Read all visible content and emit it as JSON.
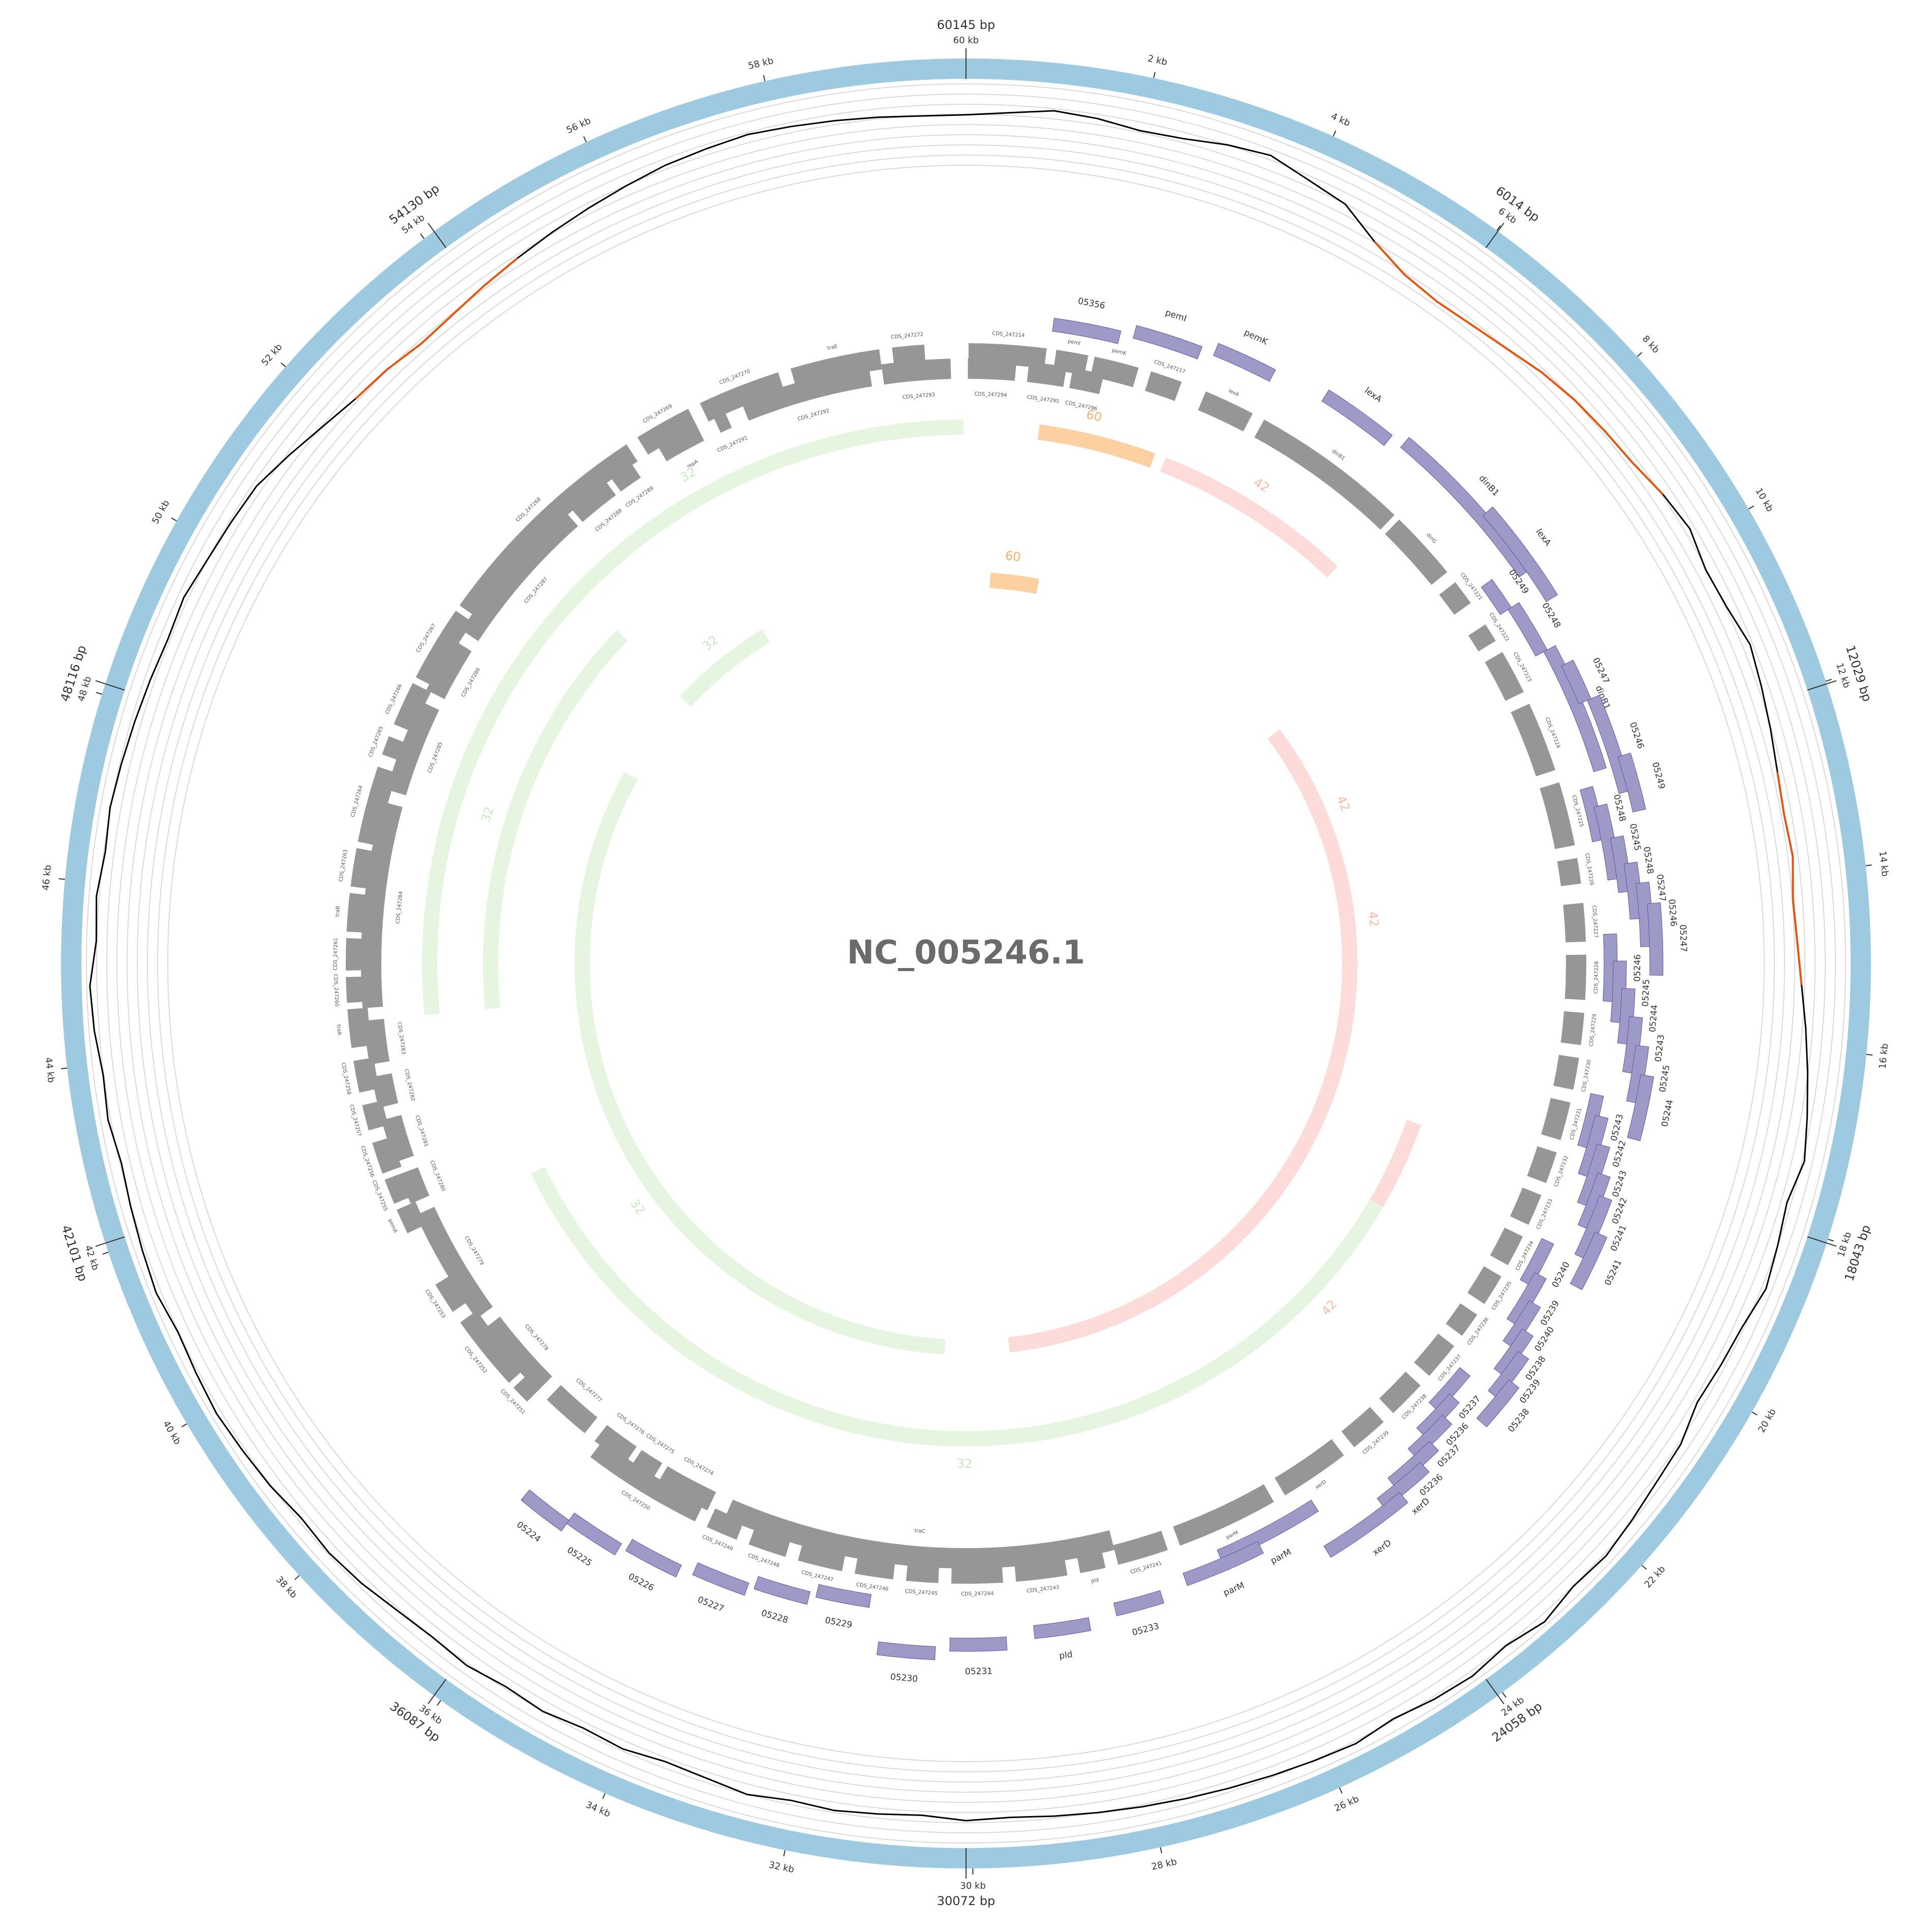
{
  "title": "NC_005246.1",
  "genome_length_bp": 60145,
  "colors": {
    "backbone": "#9ecae1",
    "cds": "#969696",
    "gene_track": "#9e9ac8",
    "gc_line": "#000000",
    "gc_low": "#e6550d",
    "gc_high": "#31a354",
    "grid": "#d9d9d9",
    "link_green": "#e5f5e0",
    "link_orange": "#fdd0a2",
    "link_pink": "#fddbd8",
    "label_green": "#c7e9c0",
    "label_orange": "#fdae6b",
    "label_pink": "#fcbba1"
  },
  "kb_ticks": [
    "60 kb",
    "2 kb",
    "4 kb",
    "6 kb",
    "8 kb",
    "10 kb",
    "12 kb",
    "14 kb",
    "16 kb",
    "18 kb",
    "20 kb",
    "22 kb",
    "24 kb",
    "26 kb",
    "28 kb",
    "30 kb",
    "32 kb",
    "34 kb",
    "36 kb",
    "38 kb",
    "40 kb",
    "42 kb",
    "44 kb",
    "46 kb",
    "48 kb",
    "50 kb",
    "52 kb",
    "54 kb",
    "56 kb",
    "58 kb"
  ],
  "kb_tick_values": [
    0,
    2000,
    4000,
    6000,
    8000,
    10000,
    12000,
    14000,
    16000,
    18000,
    20000,
    22000,
    24000,
    26000,
    28000,
    30000,
    32000,
    34000,
    36000,
    38000,
    40000,
    42000,
    44000,
    46000,
    48000,
    50000,
    52000,
    54000,
    56000,
    58000
  ],
  "position_labels": [
    {
      "bp": 0,
      "text": "60145 bp"
    },
    {
      "bp": 6014,
      "text": "6014 bp"
    },
    {
      "bp": 12029,
      "text": "12029 bp"
    },
    {
      "bp": 18043,
      "text": "18043 bp"
    },
    {
      "bp": 24058,
      "text": "24058 bp"
    },
    {
      "bp": 30072,
      "text": "30072 bp"
    },
    {
      "bp": 36087,
      "text": "36087 bp"
    },
    {
      "bp": 42101,
      "text": "42101 bp"
    },
    {
      "bp": 48116,
      "text": "48116 bp"
    },
    {
      "bp": 54130,
      "text": "54130 bp"
    }
  ],
  "gene_features": [
    {
      "start": 1300,
      "end": 2300,
      "text": "05356"
    },
    {
      "start": 2500,
      "end": 3500,
      "text": "pemI"
    },
    {
      "start": 3700,
      "end": 4600,
      "text": "pemK"
    },
    {
      "start": 5400,
      "end": 6500,
      "text": "lexA"
    },
    {
      "start": 6700,
      "end": 9200,
      "text": "dinB1"
    },
    {
      "start": 8200,
      "end": 9700,
      "text": "lexA"
    },
    {
      "start": 9000,
      "end": 9500,
      "text": "05249"
    },
    {
      "start": 9500,
      "end": 10300,
      "text": "05248"
    },
    {
      "start": 10300,
      "end": 12200,
      "text": "dinB1"
    },
    {
      "start": 10600,
      "end": 11200,
      "text": "05247"
    },
    {
      "start": 11200,
      "end": 12600,
      "text": "05246"
    },
    {
      "start": 12100,
      "end": 12900,
      "text": "05249"
    },
    {
      "start": 12400,
      "end": 13200,
      "text": "05248"
    },
    {
      "start": 12700,
      "end": 13800,
      "text": "05245"
    },
    {
      "start": 13200,
      "end": 14000,
      "text": "05248"
    },
    {
      "start": 13600,
      "end": 14400,
      "text": "05247"
    },
    {
      "start": 13900,
      "end": 14800,
      "text": "05246"
    },
    {
      "start": 14200,
      "end": 15200,
      "text": "05247"
    },
    {
      "start": 14600,
      "end": 15600,
      "text": "05246"
    },
    {
      "start": 15000,
      "end": 15900,
      "text": "05245"
    },
    {
      "start": 15400,
      "end": 16200,
      "text": "05244"
    },
    {
      "start": 15800,
      "end": 16600,
      "text": "05243"
    },
    {
      "start": 16200,
      "end": 17000,
      "text": "05245"
    },
    {
      "start": 16600,
      "end": 17500,
      "text": "05244"
    },
    {
      "start": 17000,
      "end": 17800,
      "text": "05243"
    },
    {
      "start": 17300,
      "end": 18200,
      "text": "05242"
    },
    {
      "start": 17700,
      "end": 18600,
      "text": "05243"
    },
    {
      "start": 18100,
      "end": 18900,
      "text": "05242"
    },
    {
      "start": 18400,
      "end": 19300,
      "text": "05241"
    },
    {
      "start": 18900,
      "end": 19700,
      "text": "05241"
    },
    {
      "start": 19300,
      "end": 20000,
      "text": "05240"
    },
    {
      "start": 19800,
      "end": 20600,
      "text": "05239"
    },
    {
      "start": 20200,
      "end": 20900,
      "text": "05240"
    },
    {
      "start": 20600,
      "end": 21300,
      "text": "05238"
    },
    {
      "start": 20900,
      "end": 21600,
      "text": "05239"
    },
    {
      "start": 21300,
      "end": 22000,
      "text": "05238"
    },
    {
      "start": 21600,
      "end": 22300,
      "text": "05237"
    },
    {
      "start": 22000,
      "end": 22700,
      "text": "05236"
    },
    {
      "start": 22300,
      "end": 23000,
      "text": "05237"
    },
    {
      "start": 22700,
      "end": 23500,
      "text": "05236"
    },
    {
      "start": 23000,
      "end": 23800,
      "text": "xerD"
    },
    {
      "start": 23500,
      "end": 24800,
      "text": "xerD"
    },
    {
      "start": 24600,
      "end": 26200,
      "text": "parM"
    },
    {
      "start": 25600,
      "end": 26800,
      "text": "parM"
    },
    {
      "start": 27200,
      "end": 27900,
      "text": "05233"
    },
    {
      "start": 28300,
      "end": 29100,
      "text": "pld"
    },
    {
      "start": 29500,
      "end": 30300,
      "text": "05231"
    },
    {
      "start": 30500,
      "end": 31300,
      "text": "05230"
    },
    {
      "start": 31500,
      "end": 32300,
      "text": "05229"
    },
    {
      "start": 32400,
      "end": 33200,
      "text": "05228"
    },
    {
      "start": 33300,
      "end": 34100,
      "text": "05227"
    },
    {
      "start": 34300,
      "end": 35100,
      "text": "05226"
    },
    {
      "start": 35200,
      "end": 36000,
      "text": "05225"
    },
    {
      "start": 36000,
      "end": 36700,
      "text": "05224"
    }
  ],
  "cds_features": [
    {
      "start": 40,
      "end": 1250,
      "text": "CDS_247214"
    },
    {
      "start": 1400,
      "end": 1900,
      "text": "pemI"
    },
    {
      "start": 2000,
      "end": 2700,
      "text": "pemK"
    },
    {
      "start": 2900,
      "end": 3400,
      "text": "CDS_247217"
    },
    {
      "start": 3800,
      "end": 4600,
      "text": "lexA"
    },
    {
      "start": 4800,
      "end": 7300,
      "text": "dinB1"
    },
    {
      "start": 7400,
      "end": 8500,
      "text": "dinG"
    },
    {
      "start": 8700,
      "end": 9100,
      "text": "CDS_247221"
    },
    {
      "start": 9500,
      "end": 9800,
      "text": "CDS_247222"
    },
    {
      "start": 10000,
      "end": 10700,
      "text": "CDS_247223"
    },
    {
      "start": 10900,
      "end": 12000,
      "text": "CDS_247224"
    },
    {
      "start": 12200,
      "end": 13200,
      "text": "CDS_247225"
    },
    {
      "start": 13400,
      "end": 13800,
      "text": "CDS_247226"
    },
    {
      "start": 14100,
      "end": 14700,
      "text": "CDS_247227"
    },
    {
      "start": 14900,
      "end": 15600,
      "text": "CDS_247228"
    },
    {
      "start": 15800,
      "end": 16300,
      "text": "CDS_247229"
    },
    {
      "start": 16500,
      "end": 17000,
      "text": "CDS_247230"
    },
    {
      "start": 17200,
      "end": 17800,
      "text": "CDS_247231"
    },
    {
      "start": 18000,
      "end": 18500,
      "text": "CDS_247232"
    },
    {
      "start": 18700,
      "end": 19200,
      "text": "CDS_247233"
    },
    {
      "start": 19400,
      "end": 19900,
      "text": "CDS_247234"
    },
    {
      "start": 20100,
      "end": 20600,
      "text": "CDS_247235"
    },
    {
      "start": 20800,
      "end": 21200,
      "text": "CDS_247236"
    },
    {
      "start": 21400,
      "end": 22000,
      "text": "CDS_247237"
    },
    {
      "start": 22200,
      "end": 22800,
      "text": "CDS_247238"
    },
    {
      "start": 23000,
      "end": 23600,
      "text": "CDS_247239"
    },
    {
      "start": 23800,
      "end": 24900,
      "text": "xerD"
    },
    {
      "start": 25100,
      "end": 26700,
      "text": "parM"
    },
    {
      "start": 26900,
      "end": 27700,
      "text": "CDS_247241"
    },
    {
      "start": 27900,
      "end": 28300,
      "text": "pld"
    },
    {
      "start": 28500,
      "end": 29300,
      "text": "CDS_247243"
    },
    {
      "start": 29500,
      "end": 30300,
      "text": "CDS_247244"
    },
    {
      "start": 30500,
      "end": 31000,
      "text": "CDS_247245"
    },
    {
      "start": 31200,
      "end": 31800,
      "text": "CDS_247246"
    },
    {
      "start": 32000,
      "end": 32700,
      "text": "CDS_247247"
    },
    {
      "start": 32900,
      "end": 33500,
      "text": "CDS_247248"
    },
    {
      "start": 33700,
      "end": 34200,
      "text": "CDS_247249"
    },
    {
      "start": 34400,
      "end": 36300,
      "text": "CDS_247250"
    },
    {
      "start": 37600,
      "end": 37900,
      "text": "CDS_247251"
    },
    {
      "start": 38000,
      "end": 39200,
      "text": "CDS_247252"
    },
    {
      "start": 39400,
      "end": 39900,
      "text": "CDS_247253"
    },
    {
      "start": 40800,
      "end": 41200,
      "text": "pemA"
    },
    {
      "start": 41300,
      "end": 41700,
      "text": "CDS_247255"
    },
    {
      "start": 41800,
      "end": 42300,
      "text": "CDS_247256"
    },
    {
      "start": 42500,
      "end": 42900,
      "text": "CDS_247257"
    },
    {
      "start": 43100,
      "end": 43600,
      "text": "CDS_247258"
    },
    {
      "start": 43800,
      "end": 44400,
      "text": "traA"
    },
    {
      "start": 44500,
      "end": 44900,
      "text": "CDS_247260"
    },
    {
      "start": 45000,
      "end": 45500,
      "text": "CDS_247261"
    },
    {
      "start": 45600,
      "end": 46200,
      "text": "traB"
    },
    {
      "start": 46300,
      "end": 46900,
      "text": "CDS_247263"
    },
    {
      "start": 47000,
      "end": 48200,
      "text": "CDS_247264"
    },
    {
      "start": 48400,
      "end": 48700,
      "text": "CDS_247265"
    },
    {
      "start": 48900,
      "end": 49600,
      "text": "CDS_247266"
    },
    {
      "start": 49700,
      "end": 50900,
      "text": "CDS_247267"
    },
    {
      "start": 51000,
      "end": 54600,
      "text": "CDS_247268"
    },
    {
      "start": 54800,
      "end": 55700,
      "text": "CDS_247269"
    },
    {
      "start": 55900,
      "end": 57200,
      "text": "CDS_247270"
    },
    {
      "start": 57400,
      "end": 58800,
      "text": "traE"
    },
    {
      "start": 59000,
      "end": 59500,
      "text": "CDS_247272"
    }
  ],
  "cds_features_b": [
    {
      "start": 27700,
      "end": 34000,
      "text": "traC"
    },
    {
      "start": 34300,
      "end": 35200,
      "text": "CDS_247274"
    },
    {
      "start": 35300,
      "end": 35700,
      "text": "CDS_247275"
    },
    {
      "start": 35800,
      "end": 36400,
      "text": "CDS_247276"
    },
    {
      "start": 36600,
      "end": 37400,
      "text": "CDS_247277"
    },
    {
      "start": 37600,
      "end": 38900,
      "text": "CDS_247278"
    },
    {
      "start": 39100,
      "end": 41000,
      "text": "CDS_247279"
    },
    {
      "start": 41200,
      "end": 41700,
      "text": "CDS_247280"
    },
    {
      "start": 41900,
      "end": 42600,
      "text": "CDS_247281"
    },
    {
      "start": 42800,
      "end": 43300,
      "text": "CDS_247282"
    },
    {
      "start": 43500,
      "end": 44200,
      "text": "CDS_247283"
    },
    {
      "start": 44400,
      "end": 47700,
      "text": "CDS_247284"
    },
    {
      "start": 47900,
      "end": 49400,
      "text": "CDS_247285"
    },
    {
      "start": 49600,
      "end": 50500,
      "text": "CDS_247286"
    },
    {
      "start": 50700,
      "end": 53200,
      "text": "CDS_247287"
    },
    {
      "start": 53300,
      "end": 54000,
      "text": "CDS_247288"
    },
    {
      "start": 54100,
      "end": 54500,
      "text": "CDS_247289"
    },
    {
      "start": 55000,
      "end": 55700,
      "text": "repA"
    },
    {
      "start": 56000,
      "end": 56200,
      "text": "CDS_247291"
    },
    {
      "start": 56500,
      "end": 58600,
      "text": "CDS_247292"
    },
    {
      "start": 58800,
      "end": 59900,
      "text": "CDS_247293"
    },
    {
      "start": 30,
      "end": 800,
      "text": "CDS_247294"
    },
    {
      "start": 1000,
      "end": 1600,
      "text": "CDS_247295"
    },
    {
      "start": 1700,
      "end": 2200,
      "text": "CDS_247296"
    }
  ],
  "link_arcs": [
    {
      "track": 1,
      "start": 44200,
      "end": 60100,
      "color": "link_green",
      "label": "32",
      "label_bp": 55200
    },
    {
      "track": 1,
      "start": 1300,
      "end": 3400,
      "color": "link_orange",
      "label": "60",
      "label_bp": 2200
    },
    {
      "track": 1,
      "start": 3600,
      "end": 7200,
      "color": "link_pink",
      "label": "42",
      "label_bp": 5300
    },
    {
      "track": 2,
      "start": 18300,
      "end": 26700,
      "color": "link_pink",
      "label": "42",
      "label_bp": 22300
    },
    {
      "track": 2,
      "start": 20100,
      "end": 40800,
      "color": "link_green",
      "label": "32",
      "label_bp": 30100
    },
    {
      "track": 2,
      "start": 44200,
      "end": 52400,
      "color": "link_green",
      "label": "32",
      "label_bp": 48000
    },
    {
      "track": 3,
      "start": 8900,
      "end": 29000,
      "color": "link_pink",
      "label": "42",
      "label_bp": 14000
    },
    {
      "track": 3,
      "start": 600,
      "end": 1800,
      "color": "link_orange",
      "label": "60",
      "label_bp": 1100
    },
    {
      "track": 3,
      "start": 9700,
      "end": 9900,
      "color": "link_pink",
      "label": "42",
      "label_bp": 11200
    },
    {
      "track": 3,
      "start": 30600,
      "end": 50000,
      "color": "link_green",
      "label": "32",
      "label_bp": 39000
    },
    {
      "track": 3,
      "start": 52300,
      "end": 54900,
      "color": "link_green",
      "label": "32",
      "label_bp": 53700
    }
  ],
  "gc_profile": {
    "description_note": "",
    "values": [
      0.52,
      0.55,
      0.6,
      0.58,
      0.54,
      0.56,
      0.62,
      0.66,
      0.58,
      0.52,
      0.34,
      0.22,
      0.18,
      0.2,
      0.24,
      0.3,
      0.34,
      0.36,
      0.38,
      0.44,
      0.48,
      0.42,
      0.44,
      0.5,
      0.46,
      0.42,
      0.38,
      0.36,
      0.38,
      0.34,
      0.36,
      0.4,
      0.46,
      0.52,
      0.58,
      0.64,
      0.58,
      0.62,
      0.66,
      0.6,
      0.58,
      0.56,
      0.64,
      0.66,
      0.7,
      0.74,
      0.72,
      0.78,
      0.72,
      0.76,
      0.74,
      0.7,
      0.74,
      0.72,
      0.7,
      0.68,
      0.66,
      0.64,
      0.62,
      0.6,
      0.58,
      0.6,
      0.56,
      0.58,
      0.6,
      0.58,
      0.62,
      0.58,
      0.56,
      0.6,
      0.58,
      0.62,
      0.6,
      0.64,
      0.62,
      0.64,
      0.68,
      0.7,
      0.68,
      0.72,
      0.74,
      0.76,
      0.74,
      0.72,
      0.76,
      0.74,
      0.72,
      0.7,
      0.74,
      0.72,
      0.76,
      0.78,
      0.72,
      0.74,
      0.7,
      0.72,
      0.7,
      0.68,
      0.66,
      0.64,
      0.66,
      0.62,
      0.6,
      0.58,
      0.5,
      0.42,
      0.36,
      0.34,
      0.3,
      0.32,
      0.36,
      0.4,
      0.44,
      0.48,
      0.52,
      0.56,
      0.58,
      0.6,
      0.58,
      0.56,
      0.54,
      0.52
    ]
  }
}
